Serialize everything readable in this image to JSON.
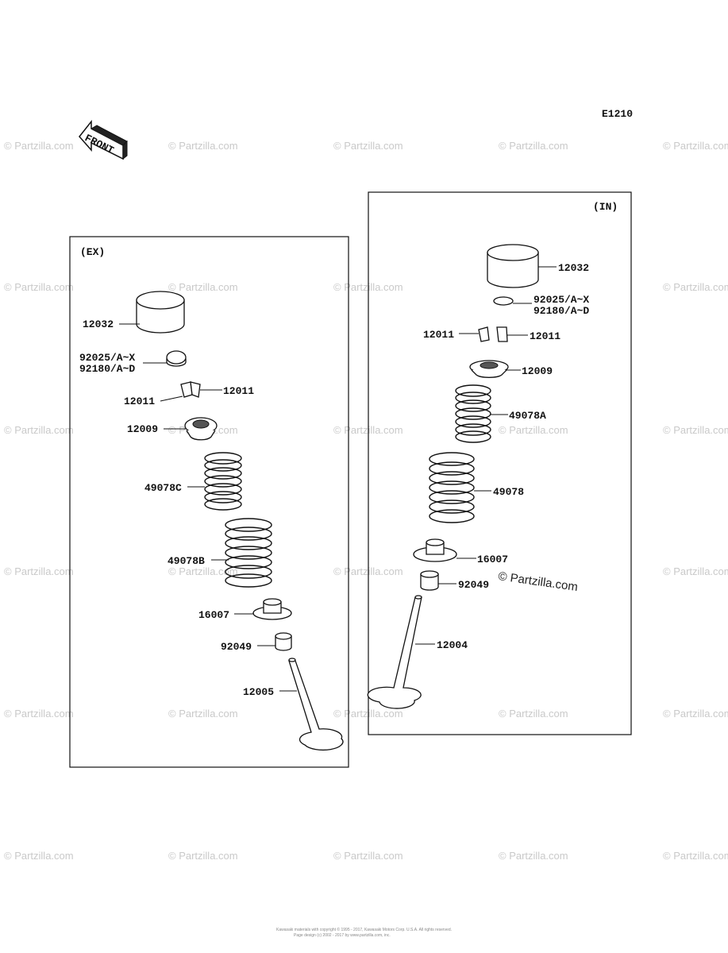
{
  "diagram_code": "E1210",
  "front_label": "FRONT",
  "watermark": "© Partzilla.com",
  "footer": {
    "line1": "Kawasaki materials with copyright © 1995 - 2017, Kawasaki Motors Corp. U.S.A. All rights reserved.",
    "line2": "Page design (c) 2002 - 2017 by www.partzilla.com, inc."
  },
  "ex_panel": {
    "title": "(EX)",
    "labels": {
      "tappet": "12032",
      "shim_a": "92025/A~X",
      "shim_b": "92180/A~D",
      "keeper_left": "12011",
      "keeper_right": "12011",
      "retainer": "12009",
      "spring_inner": "49078C",
      "spring_outer": "49078B",
      "spring_seat": "16007",
      "stem_seal": "92049",
      "valve": "12005"
    }
  },
  "in_panel": {
    "title": "(IN)",
    "labels": {
      "tappet": "12032",
      "shim_a": "92025/A~X",
      "shim_b": "92180/A~D",
      "keeper_left": "12011",
      "keeper_right": "12011",
      "retainer": "12009",
      "spring_inner": "49078A",
      "spring_outer": "49078",
      "spring_seat": "16007",
      "stem_seal": "92049",
      "valve": "12004"
    }
  }
}
